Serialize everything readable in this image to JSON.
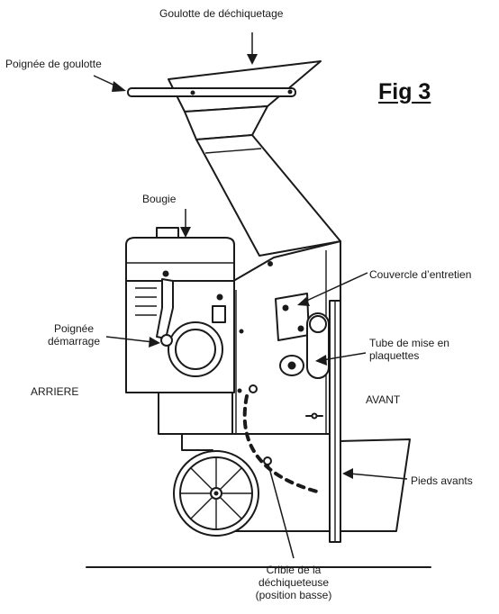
{
  "figure": {
    "title": "Fig 3",
    "labels": {
      "chute": "Goulotte de déchiquetage",
      "chute_handle": "Poignée de goulotte",
      "spark_plug": "Bougie",
      "service_cover": "Couvercle d’entretien",
      "start_handle_line1": "Poignée",
      "start_handle_line2": "démarrage",
      "chipper_tube_line1": "Tube de mise en",
      "chipper_tube_line2": "plaquettes",
      "rear": "ARRIERE",
      "front": "AVANT",
      "front_legs": "Pieds avants",
      "screen_line1": "Crible de la",
      "screen_line2": "déchiqueteuse",
      "screen_line3": "(position basse)"
    }
  }
}
